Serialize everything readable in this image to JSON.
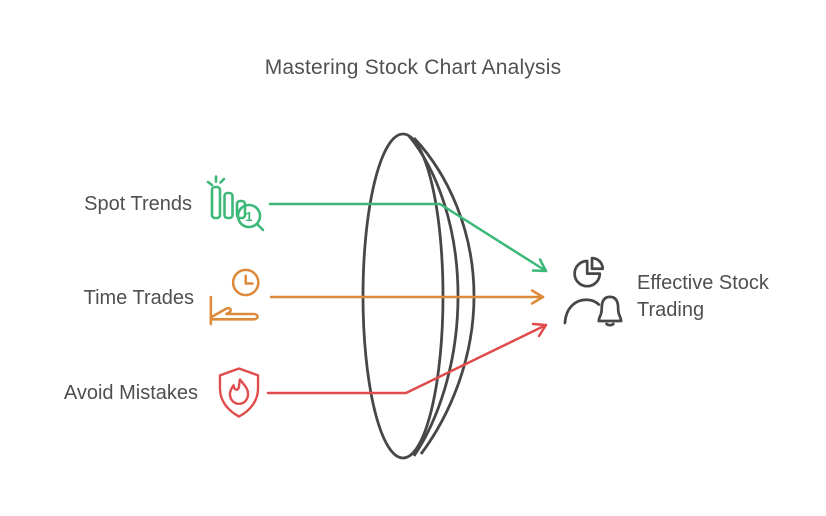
{
  "title": "Mastering Stock Chart Analysis",
  "background": "#ffffff",
  "text_color": "#4f4f4f",
  "lens_color": "#474747",
  "items": [
    {
      "label": "Spot Trends",
      "color": "#3cb878",
      "icon": "bar-chart-magnifier-icon",
      "badge": "1"
    },
    {
      "label": "Time Trades",
      "color": "#dd8a3b",
      "icon": "clock-in-hand-icon"
    },
    {
      "label": "Avoid Mistakes",
      "color": "#e04b4b",
      "icon": "shield-flame-icon"
    }
  ],
  "result": {
    "label": "Effective Stock Trading",
    "color": "#474747",
    "icon": "analyst-alert-icon"
  }
}
